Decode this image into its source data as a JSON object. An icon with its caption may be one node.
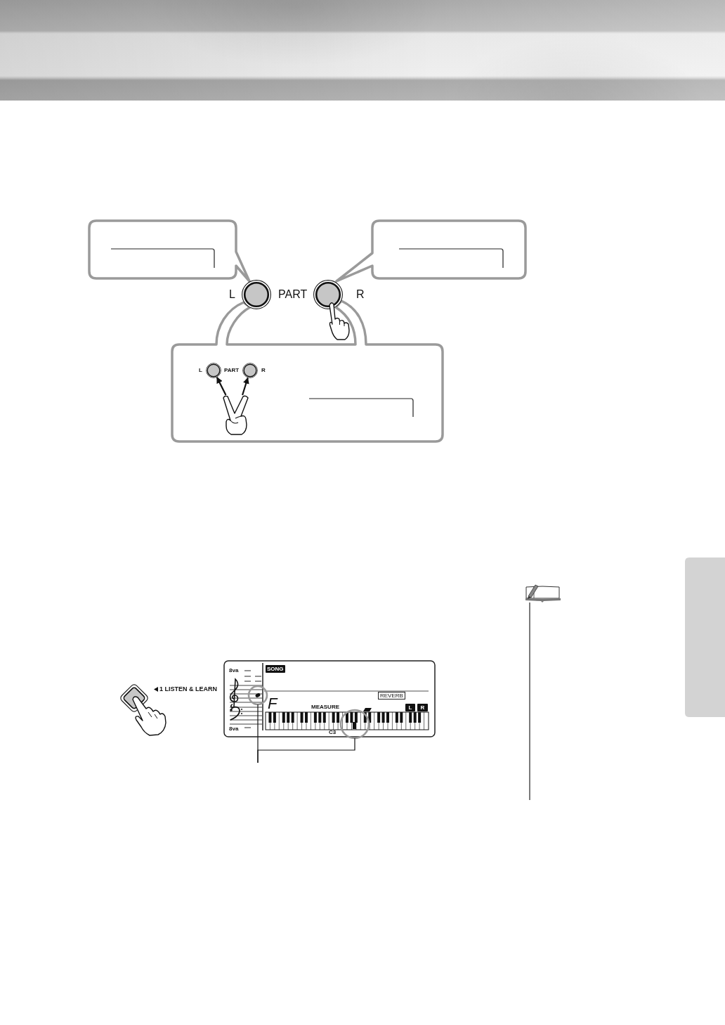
{
  "diagram": {
    "nodes": [
      {
        "text": [],
        "shape": "box"
      },
      {
        "text": [],
        "shape": "box"
      },
      {
        "text": [],
        "shape": "circle",
        "beside": [
          "L"
        ]
      },
      {
        "text": [],
        "shape": "circle",
        "beside": [
          "R"
        ]
      },
      {
        "text": [],
        "shape": "box"
      },
      {
        "text": [],
        "shape": "circle",
        "beside": [
          "L"
        ],
        "in": 4
      },
      {
        "text": [],
        "shape": "circle",
        "beside": [
          "R"
        ],
        "in": 4
      },
      {
        "text": [],
        "shape": "picture",
        "in": 4
      },
      {
        "text": [],
        "shape": "circle"
      },
      {
        "text": [],
        "shape": "circle"
      },
      {
        "text": [],
        "shape": "bar"
      }
    ],
    "edges": [
      {
        "from": 7,
        "to": 5,
        "arrow": "to"
      },
      {
        "from": 7,
        "to": 6,
        "arrow": "to"
      },
      {
        "from": null,
        "to": 8,
        "arrow": "none"
      },
      {
        "from": null,
        "to": 9,
        "arrow": "none"
      }
    ],
    "labels": [
      "PART",
      "PART",
      "1 LISTEN & LEARN",
      "8va",
      "SONG",
      "REVERB",
      "F",
      "MEASURE",
      "L",
      "R",
      "C3",
      "8va"
    ]
  }
}
